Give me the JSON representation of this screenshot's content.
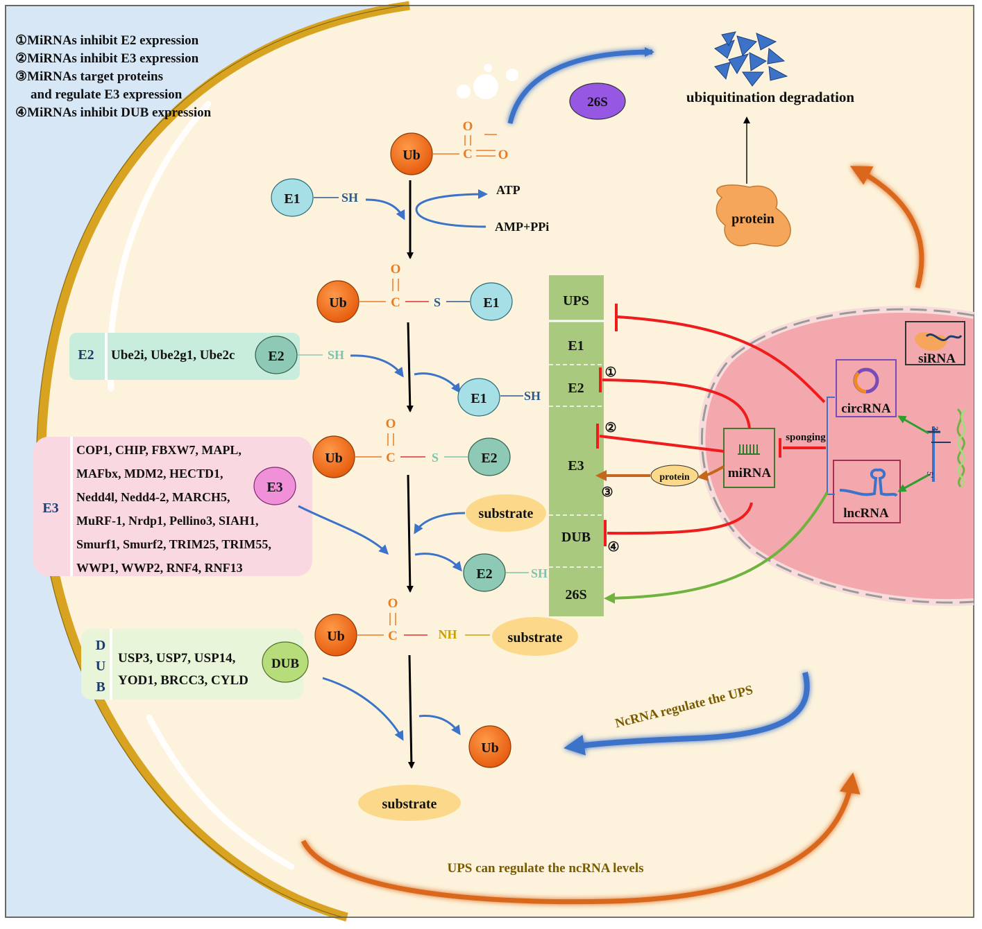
{
  "legend": {
    "line1": "①MiRNAs inhibit E2 expression",
    "line2": "②MiRNAs inhibit E3 expression",
    "line3": "③MiRNAs target proteins",
    "line4": "and regulate E3 expression",
    "line5": "④MiRNAs inhibit DUB expression"
  },
  "top": {
    "proteasome": "26S",
    "degradation": "ubiquitination degradation",
    "protein": "protein"
  },
  "activation": {
    "ub": "Ub",
    "carbonyl_c": "C",
    "carbonyl_o": "O",
    "oxy": "O",
    "e1": "E1",
    "sh": "SH",
    "atp": "ATP",
    "amp": "AMP+PPi"
  },
  "thioester_e1": {
    "ub": "Ub",
    "o": "O",
    "c": "C",
    "s": "S",
    "e1": "E1"
  },
  "e2_box": {
    "label": "E2",
    "list": "Ube2i, Ube2g1, Ube2c",
    "circle": "E2",
    "sh": "SH"
  },
  "free_e1": {
    "label": "E1",
    "sh": "SH"
  },
  "thioester_e2": {
    "ub": "Ub",
    "o": "O",
    "c": "C",
    "s": "S",
    "e2": "E2"
  },
  "e3_box": {
    "label": "E3",
    "circle": "E3",
    "lines": [
      "COP1, CHIP, FBXW7, MAPL,",
      "MAFbx, MDM2, HECTD1,",
      "Nedd4l, Nedd4-2, MARCH5,",
      "MuRF-1, Nrdp1, Pellino3, SIAH1,",
      "Smurf1, Smurf2, TRIM25, TRIM55,",
      "WWP1, WWP2, RNF4, RNF13"
    ]
  },
  "substrate_in": "substrate",
  "free_e2": {
    "label": "E2",
    "sh": "SH"
  },
  "conjugate": {
    "ub": "Ub",
    "o": "O",
    "c": "C",
    "nh": "NH",
    "substrate": "substrate"
  },
  "dub_box": {
    "label_d": "D",
    "label_u": "U",
    "label_b": "B",
    "line1": "USP3, USP7, USP14,",
    "line2": "YOD1, BRCC3, CYLD",
    "circle": "DUB"
  },
  "released_ub": "Ub",
  "released_substrate": "substrate",
  "ups_column": {
    "ups": "UPS",
    "e1": "E1",
    "e2": "E2",
    "e3": "E3",
    "dub": "DUB",
    "s26": "26S",
    "mark1": "①",
    "mark2": "②",
    "mark3": "③",
    "mark4": "④"
  },
  "nucleus": {
    "sirna": "siRNA",
    "circrna": "circRNA",
    "lncrna": "lncRNA",
    "mirna": "miRNA",
    "sponging": "sponging",
    "protein": "protein",
    "three_prime": "3'",
    "five_prime": "5'"
  },
  "arrows": {
    "ncrna_regulate": "NcRNA regulate the UPS",
    "ups_regulate": "UPS can regulate the ncRNA levels"
  },
  "colors": {
    "ub": "#f26a10",
    "e1": "#a6dfe6",
    "e2": "#8ec9b5",
    "e3": "#f090d8",
    "dub": "#b6dd7a",
    "substrate": "#fcd98a",
    "column": "#a9c97e",
    "inhibit": "#ee1c1c",
    "blue_arrow": "#3d72c9",
    "orange_arrow": "#d9681c",
    "nucleus": "#f3a8ae",
    "cell": "#fdf3dc",
    "membrane": "#d7a321",
    "outside": "#d8e7f6"
  }
}
